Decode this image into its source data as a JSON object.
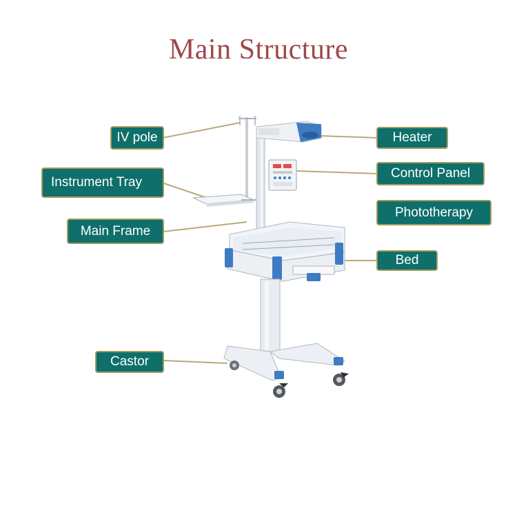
{
  "title": "Main Structure",
  "colors": {
    "title": "#a0474a",
    "label_fill": "#0e6f6b",
    "label_border": "#a69a5e",
    "leader_line": "#b9a978",
    "device_blue": "#3d7cc3",
    "device_frame": "#e6e9ee"
  },
  "labels": {
    "iv_pole": "IV pole",
    "instrument_tray": "Instrument Tray",
    "main_frame": "Main Frame",
    "castor": "Castor",
    "heater": "Heater",
    "control_panel": "Control Panel",
    "phototherapy": "Phototherapy",
    "bed": "Bed"
  }
}
